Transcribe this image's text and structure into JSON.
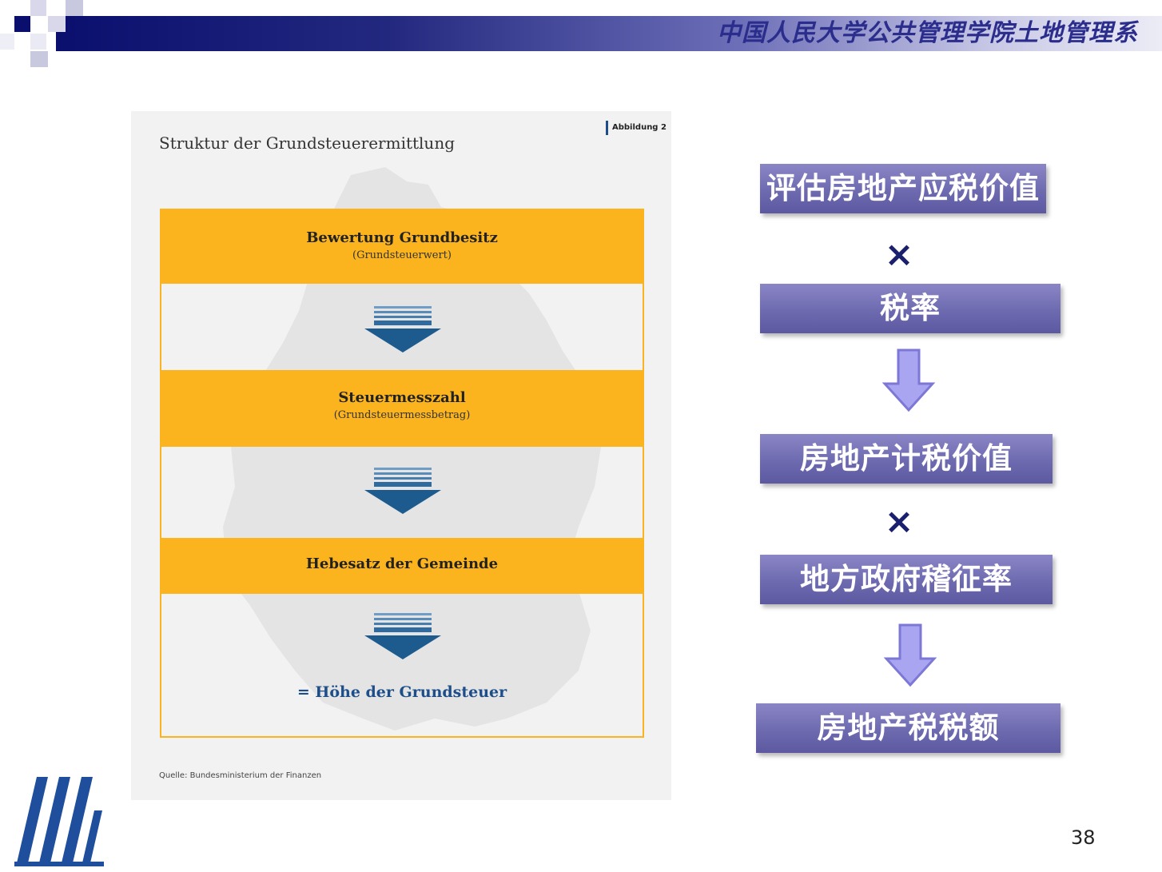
{
  "header": {
    "title": "中国人民大学公共管理学院土地管理系"
  },
  "figure": {
    "title": "Struktur der Grundsteuerermittlung",
    "tag": "Abbildung 2",
    "steps": [
      {
        "main": "Bewertung Grundbesitz",
        "sub": "(Grundsteuerwert)"
      },
      {
        "main": "Steuermesszahl",
        "sub": "(Grundsteuermessbetrag)"
      },
      {
        "main": "Hebesatz der Gemeinde",
        "sub": ""
      }
    ],
    "result": "= Höhe der Grundsteuer",
    "source": "Quelle: Bundesministerium der Finanzen"
  },
  "flow": {
    "box1": "评估房地产应税价值",
    "op1": "×",
    "box2": "税率",
    "box3": "房地产计税价值",
    "op2": "×",
    "box4": "地方政府稽征率",
    "box5": "房地产税税额"
  },
  "page_number": "38",
  "colors": {
    "header_dark": "#0a0f6e",
    "step_fill": "#fbb41e",
    "arrow_blue": "#1d5b8f",
    "flow_box": "#6e6ab0",
    "flow_arrow": "#a9a5f0"
  }
}
